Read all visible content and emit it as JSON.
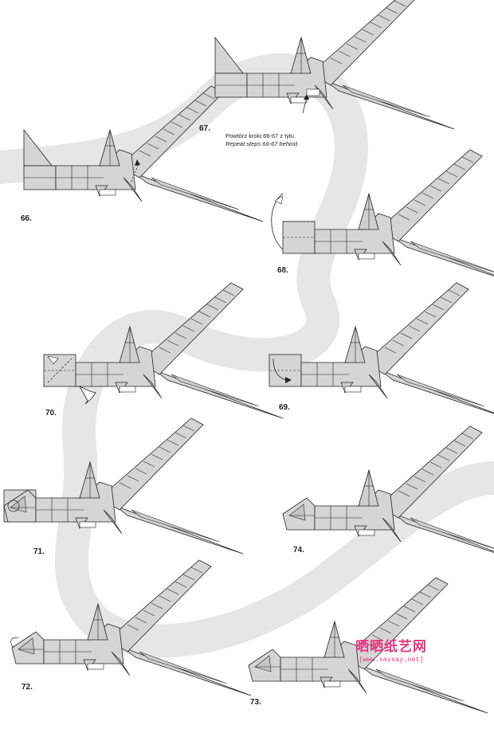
{
  "colors": {
    "paper": "#d5d5d5",
    "paper_dark": "#bdbdbd",
    "line": "#222222",
    "swirl": "#e6e6e6",
    "watermark": "#e0387f"
  },
  "steps": [
    {
      "num": "66."
    },
    {
      "num": "67."
    },
    {
      "num": "68."
    },
    {
      "num": "69."
    },
    {
      "num": "70."
    },
    {
      "num": "71."
    },
    {
      "num": "72."
    },
    {
      "num": "73."
    },
    {
      "num": "74."
    }
  ],
  "note": {
    "pl": "Powtórz kroki 66-67 z tyłu.",
    "en": "Repeat steps 66-67 behind."
  },
  "watermark": {
    "chinese": "晒晒纸艺网",
    "url": "[www.saysay.net]"
  }
}
